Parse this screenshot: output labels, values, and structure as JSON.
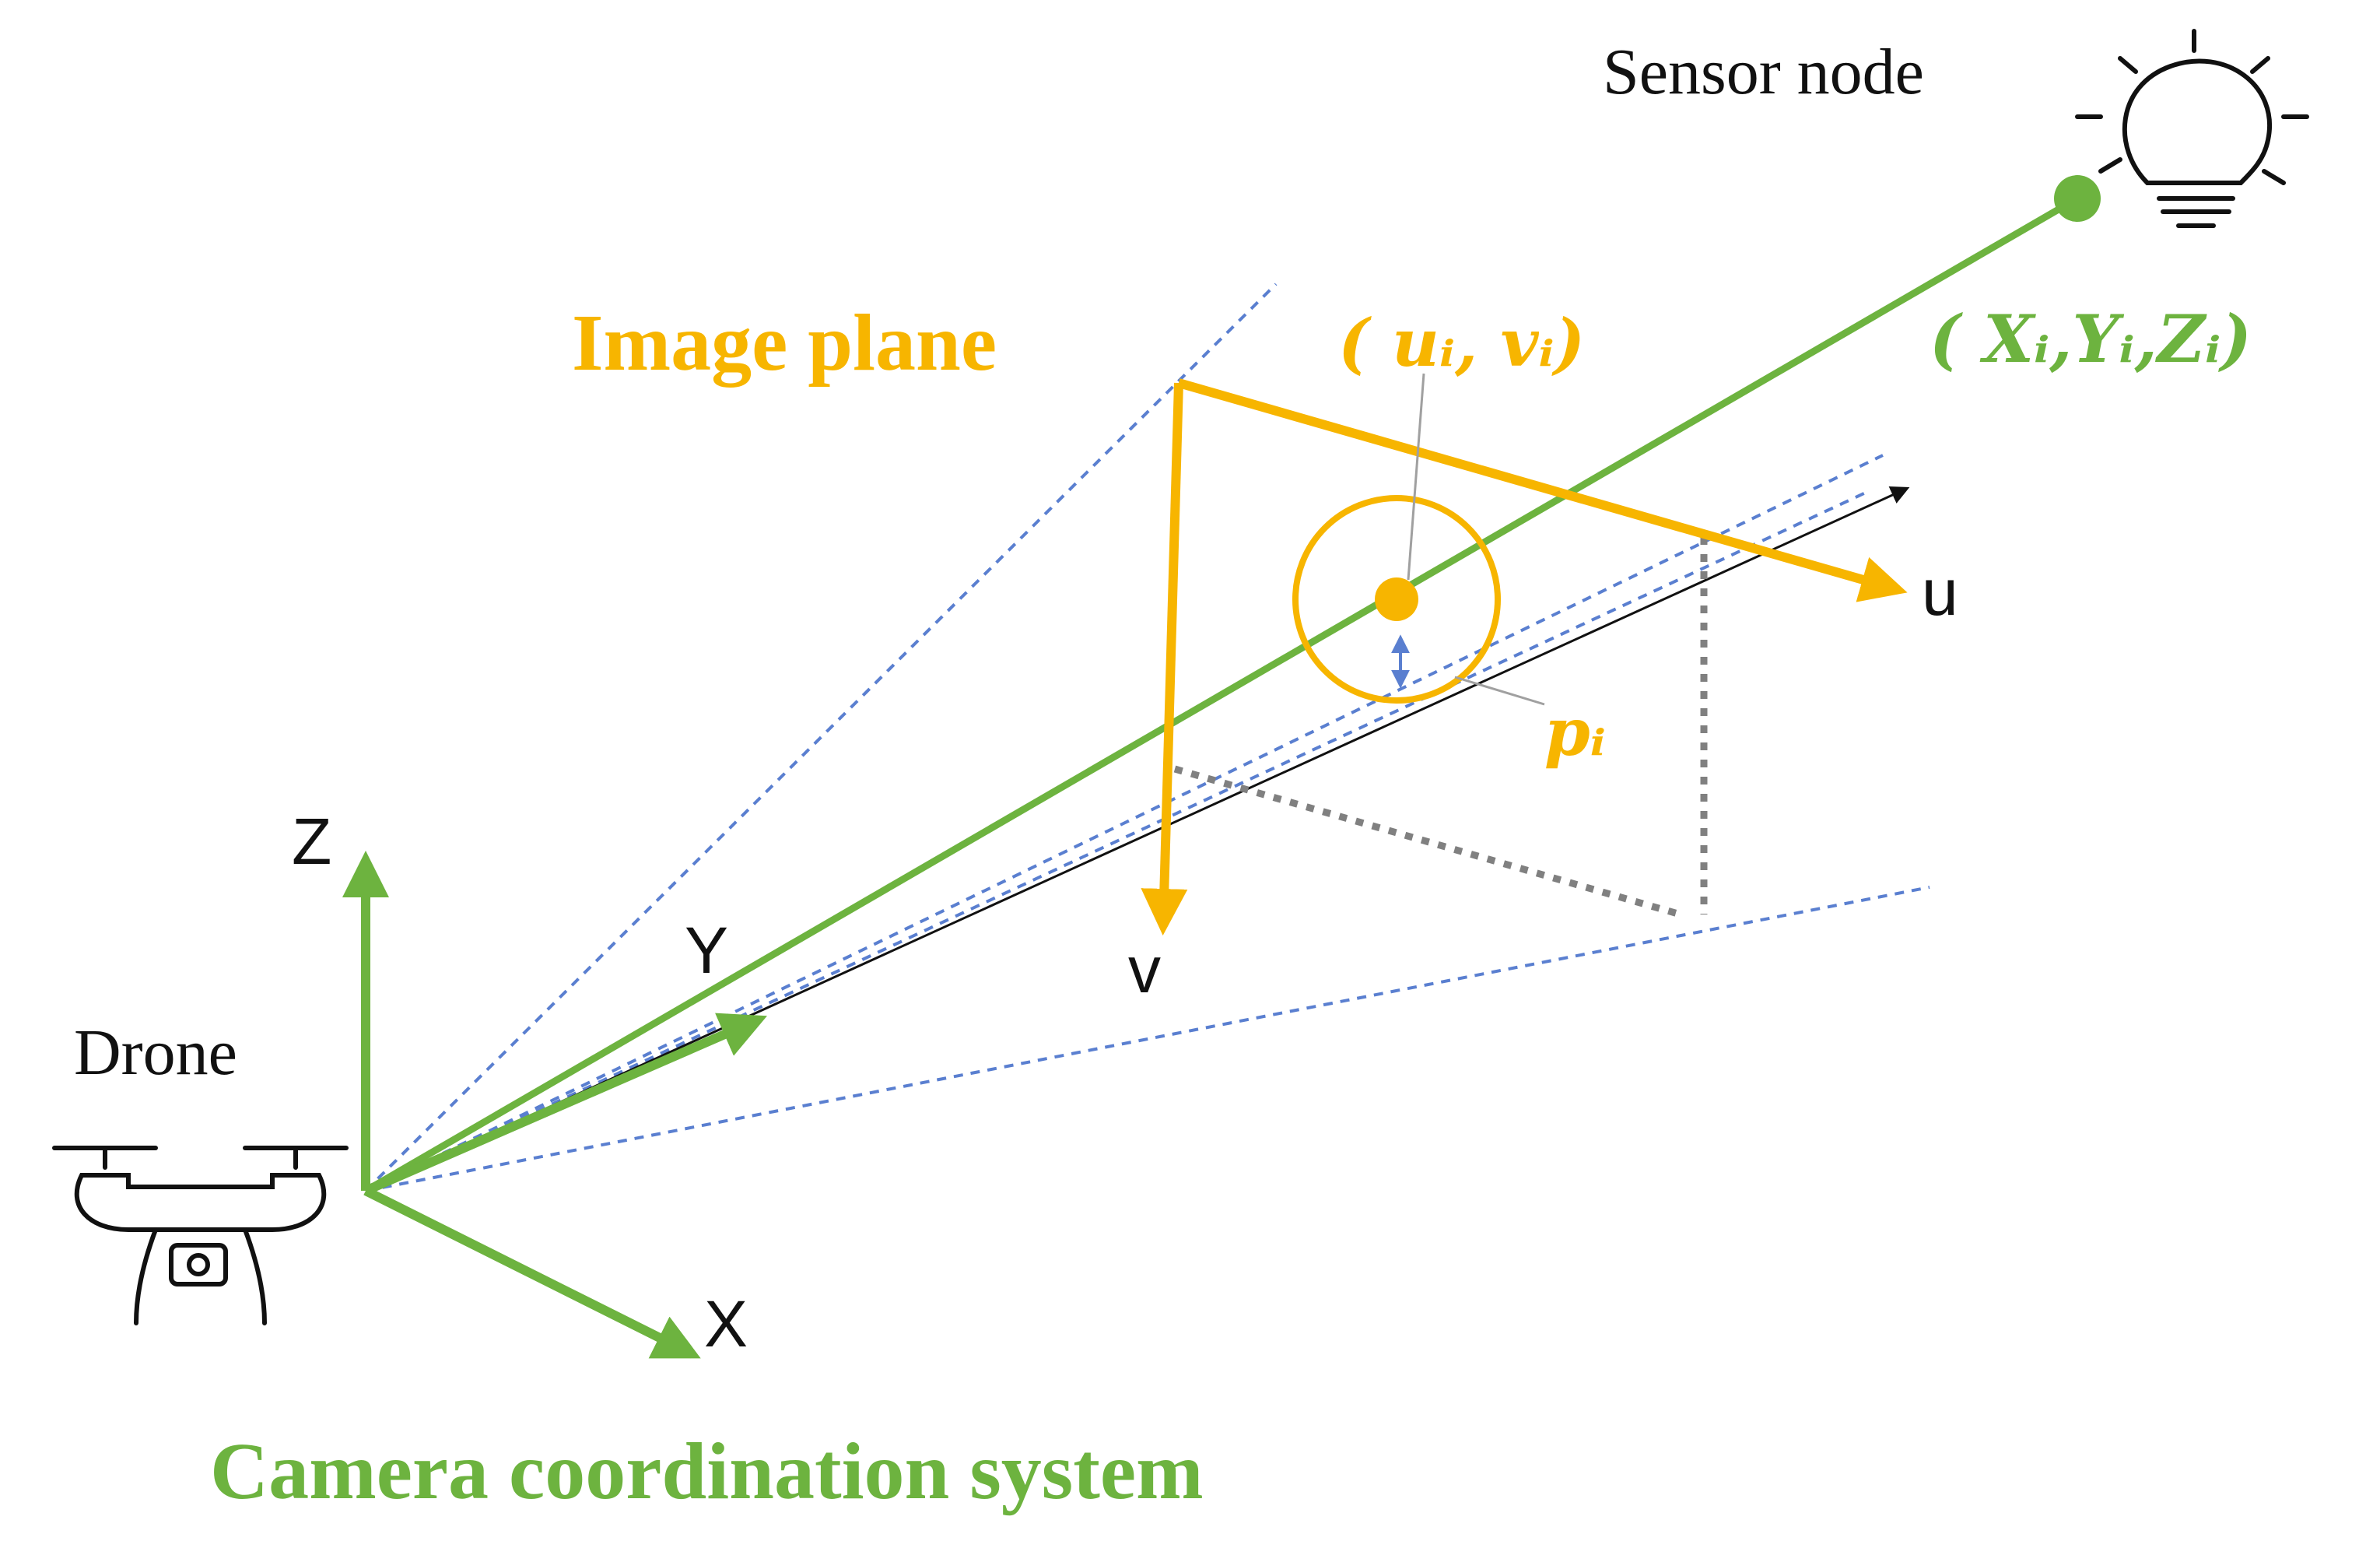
{
  "colors": {
    "yellow": "#F7B500",
    "green": "#6DB33F",
    "blue_dashed": "#5A7FD0",
    "black": "#111111",
    "gray_dotted": "#808080"
  },
  "labels": {
    "sensor_node": "Sensor node",
    "image_plane": "Image plane",
    "drone": "Drone",
    "camera_system": "Camera coordination system",
    "pixel_coord": "( uᵢ, vᵢ)",
    "world_coord": "( Xᵢ,Yᵢ,Zᵢ)",
    "projection_error": "pᵢ"
  },
  "axes": {
    "camera": {
      "x": "X",
      "y": "Y",
      "z": "Z"
    },
    "image": {
      "u": "u",
      "v": "v"
    }
  },
  "icons": {
    "sensor": "light-bulb-icon",
    "drone": "drone-icon"
  }
}
